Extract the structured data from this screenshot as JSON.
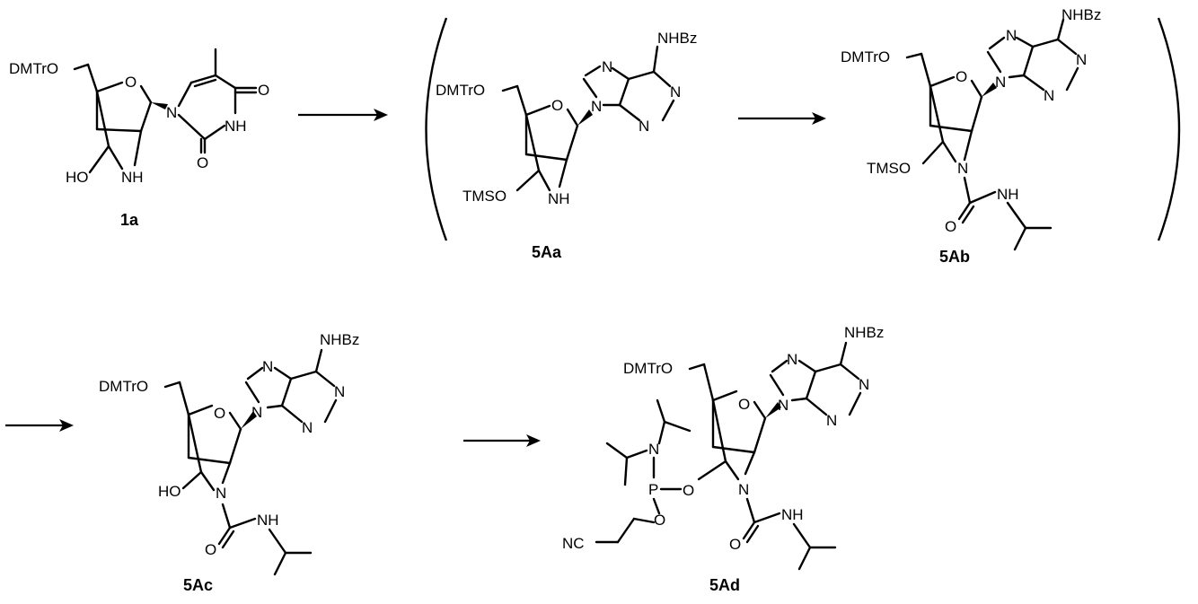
{
  "scheme": {
    "compounds": [
      {
        "id": "1a",
        "label": "1a"
      },
      {
        "id": "5Aa",
        "label": "5Aa"
      },
      {
        "id": "5Ab",
        "label": "5Ab"
      },
      {
        "id": "5Ac",
        "label": "5Ac"
      },
      {
        "id": "5Ad",
        "label": "5Ad"
      }
    ],
    "atom_labels": {
      "dmtro": "DMTrO",
      "o": "O",
      "n": "N",
      "nh": "NH",
      "ho": "HO",
      "tmso": "TMSO",
      "nhbz": "NHBz",
      "p": "P",
      "nc": "NC"
    }
  }
}
